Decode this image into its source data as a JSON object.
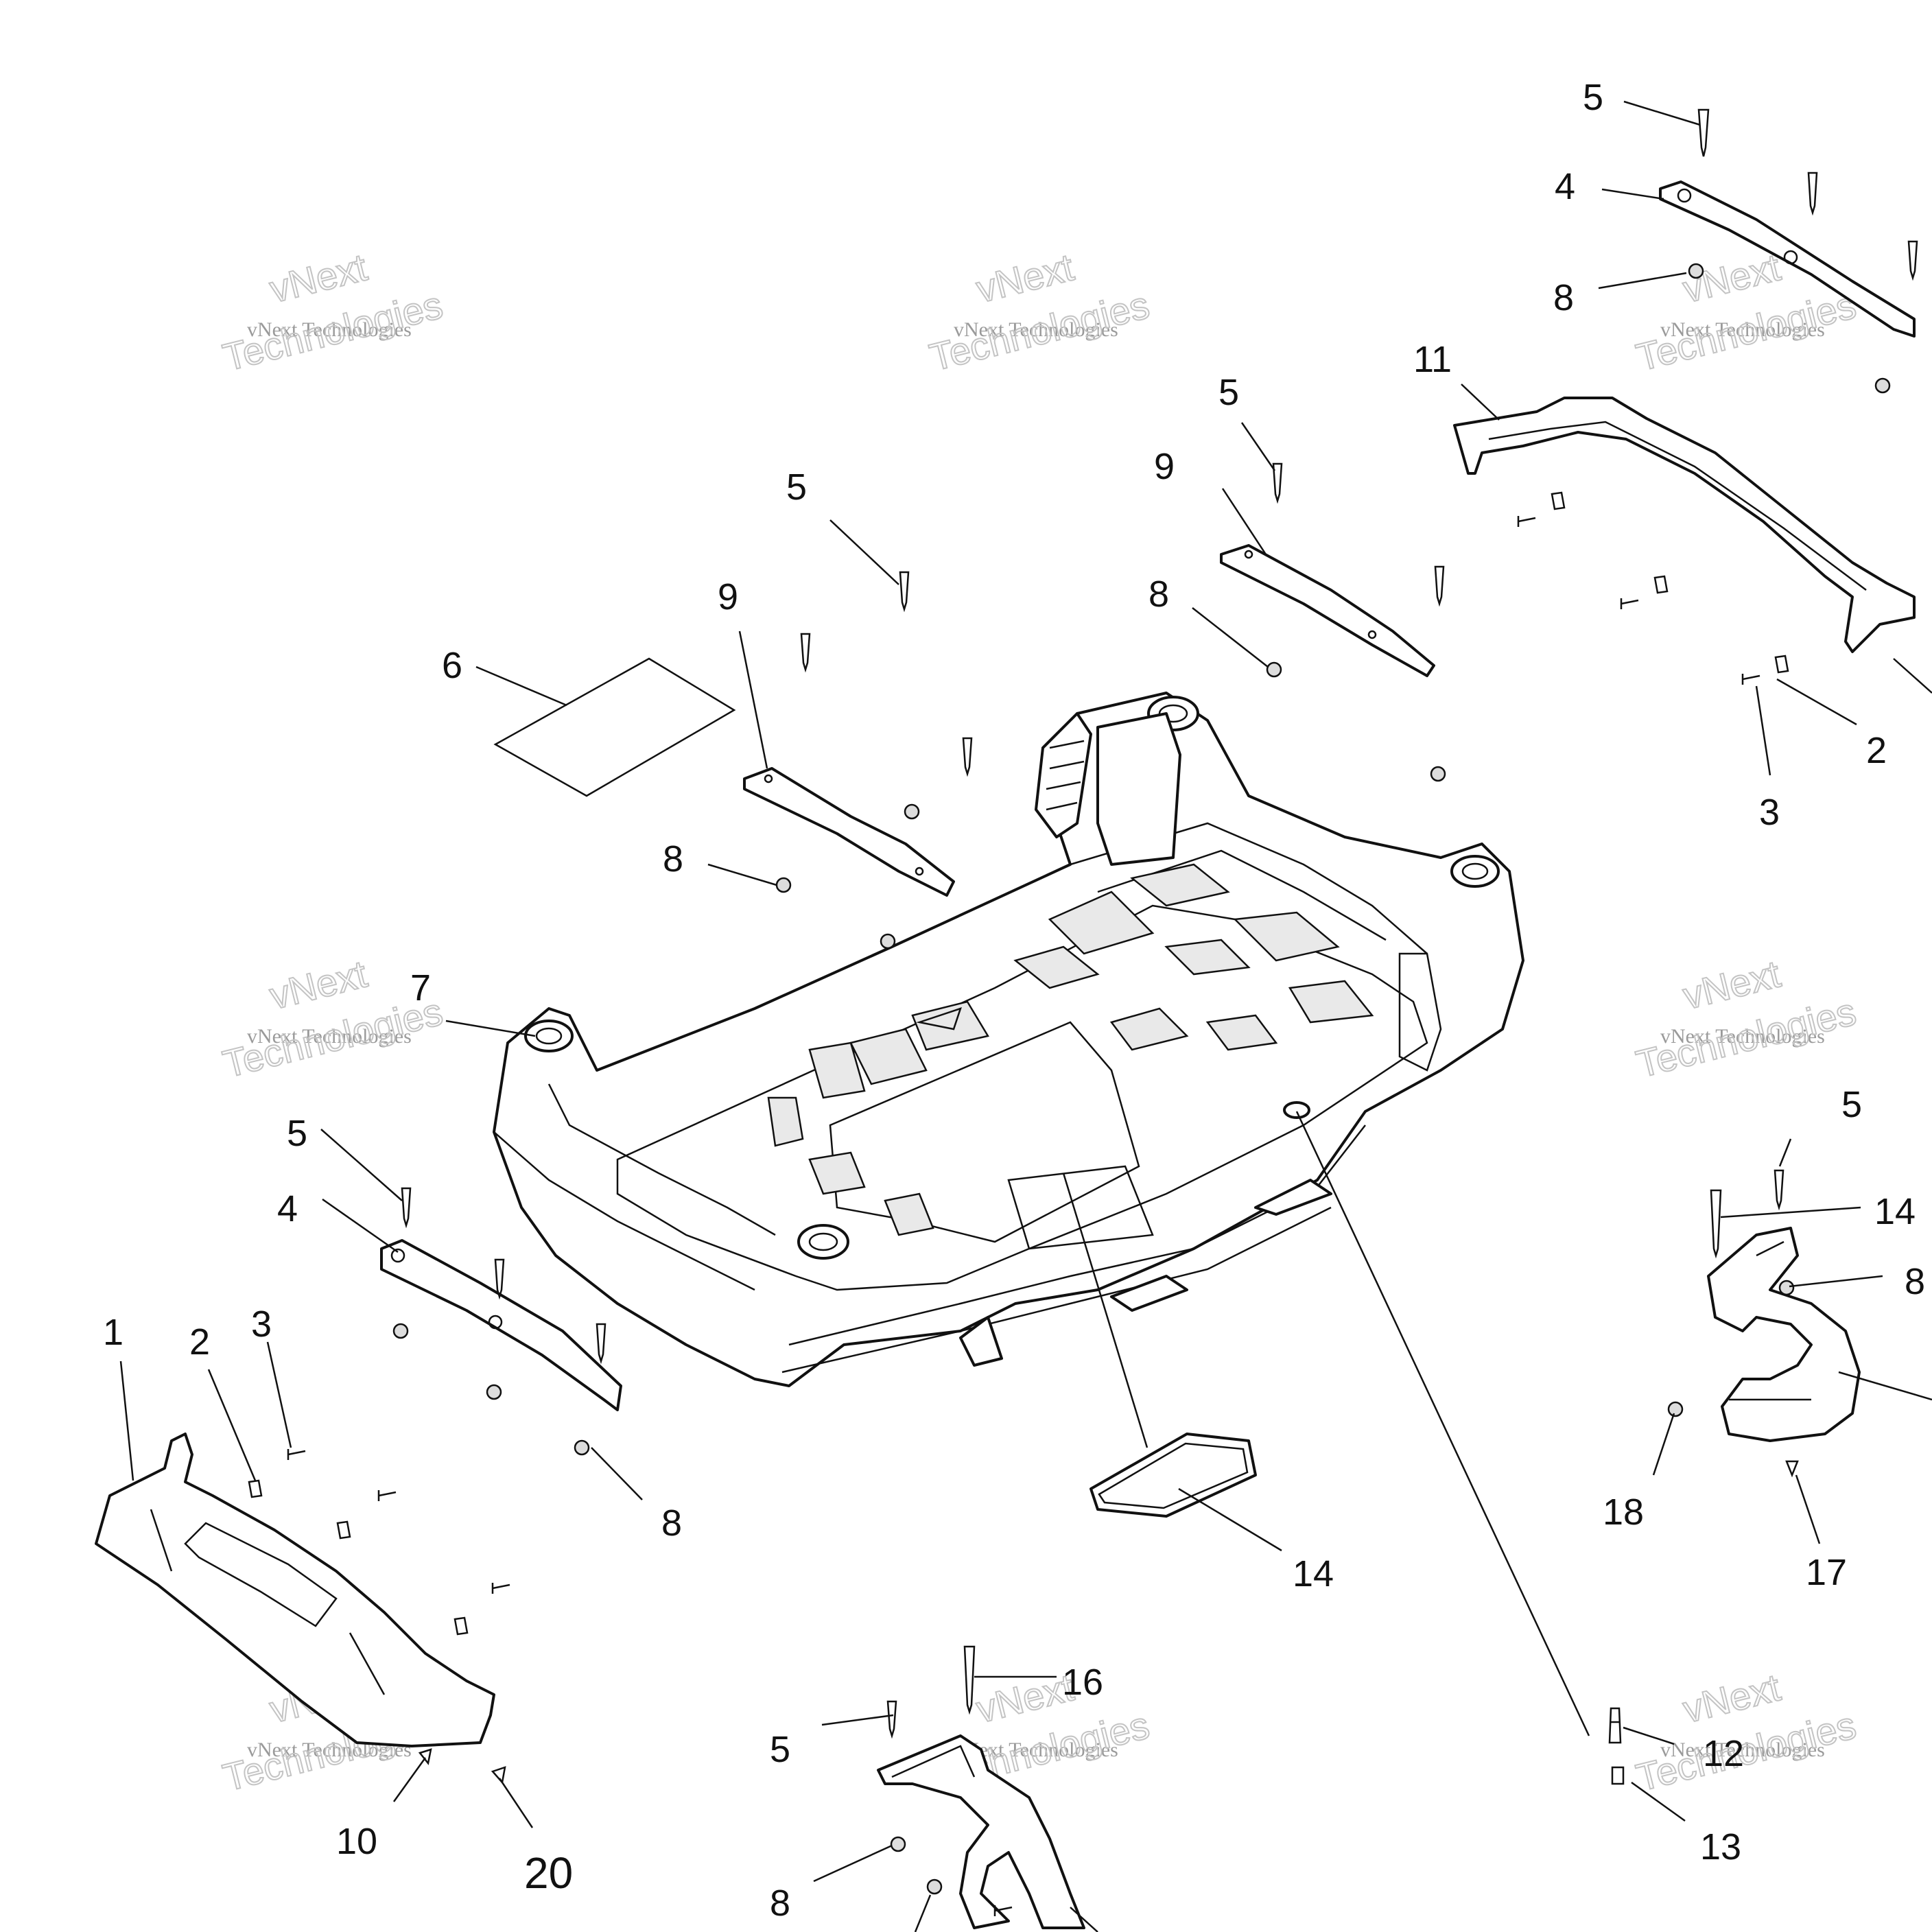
{
  "diagram": {
    "callouts": [
      {
        "id": "c1",
        "text": "1"
      },
      {
        "id": "c2a",
        "text": "2"
      },
      {
        "id": "c2b",
        "text": "2"
      },
      {
        "id": "c3a",
        "text": "3"
      },
      {
        "id": "c3b",
        "text": "3"
      },
      {
        "id": "c4a",
        "text": "4"
      },
      {
        "id": "c4b",
        "text": "4"
      },
      {
        "id": "c5a",
        "text": "5"
      },
      {
        "id": "c5b",
        "text": "5"
      },
      {
        "id": "c5c",
        "text": "5"
      },
      {
        "id": "c5d",
        "text": "5"
      },
      {
        "id": "c5e",
        "text": "5"
      },
      {
        "id": "c5f",
        "text": "5"
      },
      {
        "id": "c6",
        "text": "6"
      },
      {
        "id": "c7",
        "text": "7"
      },
      {
        "id": "c8a",
        "text": "8"
      },
      {
        "id": "c8b",
        "text": "8"
      },
      {
        "id": "c8c",
        "text": "8"
      },
      {
        "id": "c8d",
        "text": "8"
      },
      {
        "id": "c8e",
        "text": "8"
      },
      {
        "id": "c8f",
        "text": "8"
      },
      {
        "id": "c9a",
        "text": "9"
      },
      {
        "id": "c9b",
        "text": "9"
      },
      {
        "id": "c10",
        "text": "10"
      },
      {
        "id": "c11",
        "text": "11"
      },
      {
        "id": "c12",
        "text": "12"
      },
      {
        "id": "c13",
        "text": "13"
      },
      {
        "id": "c14a",
        "text": "14"
      },
      {
        "id": "c14b",
        "text": "14"
      },
      {
        "id": "c16",
        "text": "16"
      },
      {
        "id": "c17",
        "text": "17"
      },
      {
        "id": "c18",
        "text": "18"
      },
      {
        "id": "c20",
        "text": "20"
      }
    ],
    "watermark": {
      "line1": "vNext Technologies",
      "line2": "vNext",
      "line3": "Technologies"
    }
  }
}
